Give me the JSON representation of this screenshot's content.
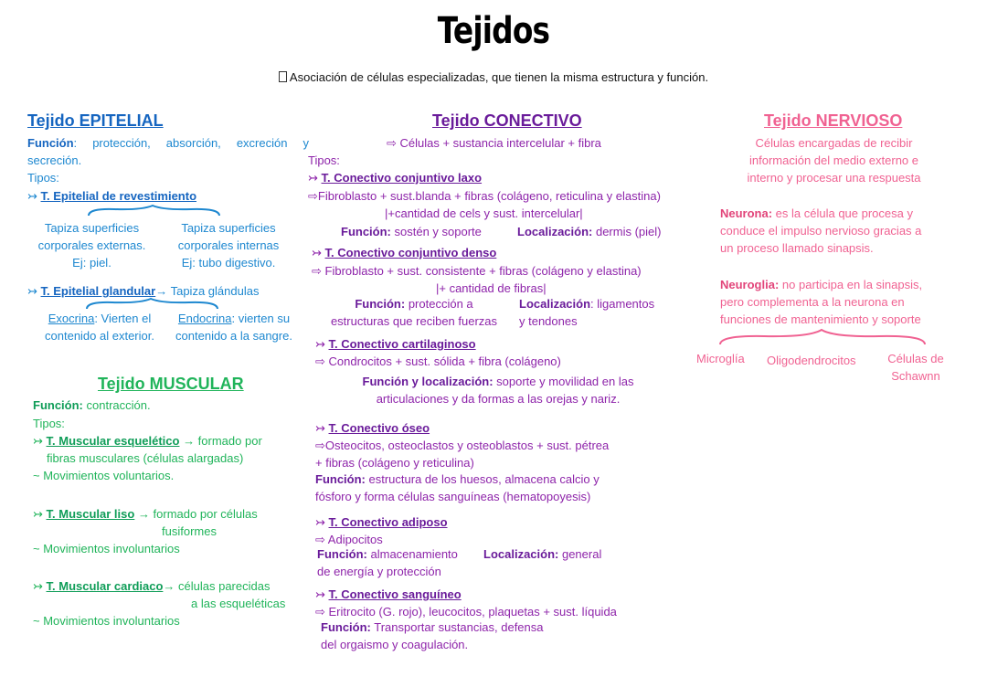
{
  "title": "Tejidos",
  "subtitle": "Asociación de células especializadas, que tienen la misma estructura y función.",
  "colors": {
    "epitelial": "#1e88d0",
    "conectivo": "#8e24aa",
    "nervioso": "#f06292",
    "muscular": "#20b45a"
  },
  "epitelial": {
    "heading": "Tejido EPITELIAL",
    "funcion_label": "Función",
    "funcion_text": ": protección, absorción, excreción y secreción.",
    "tipos": "Tipos:",
    "rev_title": "T. Epitelial de revestimiento",
    "rev_left": [
      "Tapiza superficies",
      "corporales externas.",
      "Ej: piel."
    ],
    "rev_right": [
      "Tapiza superficies",
      "corporales internas",
      "Ej: tubo digestivo."
    ],
    "gland_title": "T. Epitelial glandular",
    "gland_text": "→ Tapiza glándulas",
    "exo_label": "Exocrina",
    "exo_text": ": Vierten el",
    "exo_line2": "contenido al exterior.",
    "endo_label": "Endocrina",
    "endo_text": ": vierten su",
    "endo_line2": "contenido a la sangre."
  },
  "muscular": {
    "heading": "Tejido MUSCULAR",
    "funcion_label": "Función:",
    "funcion_text": " contracción.",
    "tipos": "Tipos:",
    "esq_title": "T. Muscular esquelético",
    "esq_text": " → formado por",
    "esq_line2": "fibras musculares (células alargadas)",
    "esq_mov": "~ Movimientos voluntarios.",
    "liso_title": "T. Muscular liso",
    "liso_text": " → formado por células",
    "liso_line2": "fusiformes",
    "liso_mov": "~ Movimientos involuntarios",
    "card_title": "T. Muscular cardiaco",
    "card_text": "→ células parecidas",
    "card_line2": "a las esqueléticas",
    "card_mov": "~ Movimientos involuntarios"
  },
  "conectivo": {
    "heading": "Tejido CONECTIVO",
    "intro": "⇨ Células + sustancia intercelular + fibra",
    "tipos": "Tipos:",
    "laxo": {
      "title": "T. Conectivo conjuntivo laxo",
      "line1": "⇨Fibroblasto + sust.blanda + fibras (colágeno,  reticulina y elastina)",
      "line2": "|+cantidad de cels y sust. intercelular|",
      "funcion_label": "Función:",
      "funcion_text": " sostén y soporte",
      "loc_label": "Localización:",
      "loc_text": " dermis (piel)"
    },
    "denso": {
      "title": "T. Conectivo conjuntivo denso",
      "line1": "⇨ Fibroblasto + sust. consistente + fibras (colágeno y elastina)",
      "line2": "|+ cantidad de fibras|",
      "funcion_label": "Función:",
      "funcion_text": " protección a",
      "funcion_line2": "estructuras que reciben fuerzas",
      "loc_label": "Localización",
      "loc_text": ": ligamentos",
      "loc_line2": "y tendones"
    },
    "cart": {
      "title": "T. Conectivo cartilaginoso",
      "line1": "⇨ Condrocitos + sust. sólida + fibra (colágeno)",
      "funcion_label": "Función y localización:",
      "funcion_text": " soporte y movilidad en las",
      "funcion_line2": "articulaciones y da formas a las orejas y nariz."
    },
    "oseo": {
      "title": "T. Conectivo óseo",
      "line1": "⇨Osteocitos, osteoclastos y osteoblastos + sust. pétrea",
      "line2": "+ fibras (colágeno y reticulina)",
      "funcion_label": "Función:",
      "funcion_text": " estructura de los huesos, almacena calcio y",
      "funcion_line2": "fósforo y forma células sanguíneas (hematopoyesis)"
    },
    "adiposo": {
      "title": "T. Conectivo adiposo",
      "line1": "⇨ Adipocitos",
      "funcion_label": "Función:",
      "funcion_text": " almacenamiento",
      "funcion_line2": "de energía y protección",
      "loc_label": "Localización:",
      "loc_text": " general"
    },
    "sanguineo": {
      "title": "T. Conectivo sanguíneo",
      "line1": "⇨ Eritrocito (G. rojo), leucocitos, plaquetas + sust. líquida",
      "funcion_label": "Función:",
      "funcion_text": " Transportar sustancias, defensa",
      "funcion_line2": "del orgaismo y coagulación."
    }
  },
  "nervioso": {
    "heading": "Tejido NERVIOSO",
    "intro": [
      "Células encargadas de recibir",
      "información del medio externo e",
      "interno y procesar una respuesta"
    ],
    "neurona_label": "Neurona:",
    "neurona_text": " es la célula que procesa y",
    "neurona_line2": "conduce el impulso nervioso gracias a",
    "neurona_line3": "un proceso llamado sinapsis.",
    "neuroglia_label": "Neuroglia:",
    "neuroglia_text": " no participa en la sinapsis,",
    "neuroglia_line2": "pero complementa a la neurona en",
    "neuroglia_line3": "funciones de mantenimiento y soporte",
    "glia_types": [
      "Microglía",
      "Oligodendrocitos",
      "Células de",
      "Schawnn"
    ]
  }
}
